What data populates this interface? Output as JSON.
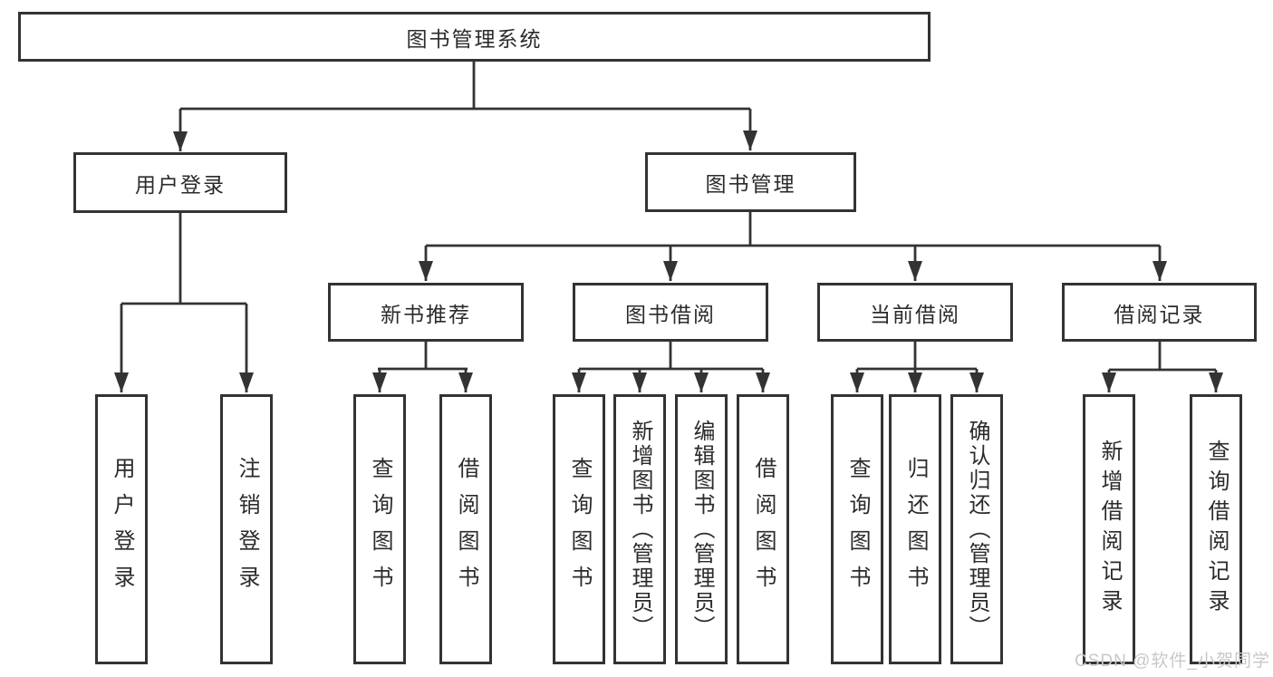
{
  "diagram": {
    "title": "图书管理系统",
    "branches": [
      {
        "label": "用户登录",
        "children": [
          "用户登录",
          "注销登录"
        ]
      },
      {
        "label": "图书管理",
        "groups": [
          {
            "label": "新书推荐",
            "children": [
              "查询图书",
              "借阅图书"
            ]
          },
          {
            "label": "图书借阅",
            "children": [
              "查询图书",
              "新增图书（管理员）",
              "编辑图书（管理员）",
              "借阅图书"
            ]
          },
          {
            "label": "当前借阅",
            "children": [
              "查询图书",
              "归还图书",
              "确认归还（管理员）"
            ]
          },
          {
            "label": "借阅记录",
            "children": [
              "新增借阅记录",
              "查询借阅记录"
            ]
          }
        ]
      }
    ],
    "watermark": "CSDN @软件_小贺同学"
  },
  "colors": {
    "line": "#333333",
    "text": "#2b2b2b",
    "watermark": "#c8c8c8",
    "background": "#ffffff"
  }
}
